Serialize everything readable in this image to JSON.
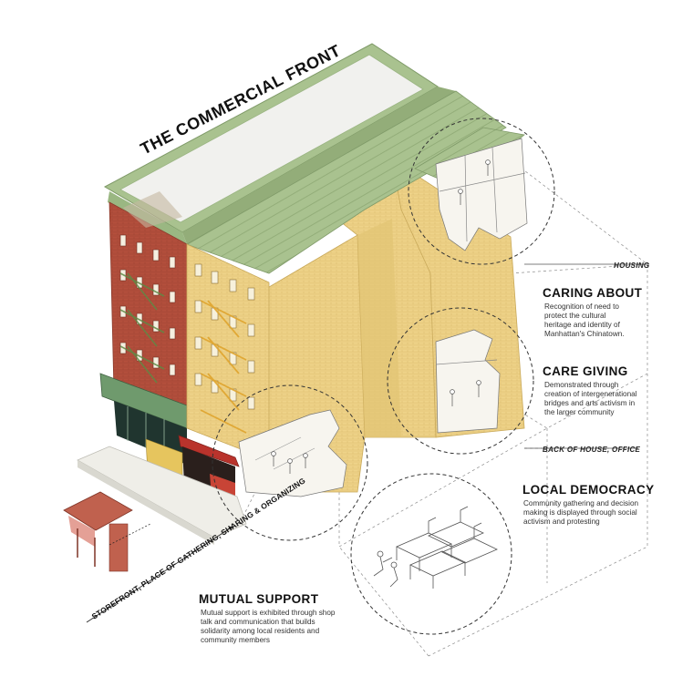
{
  "title": "THE COMMERCIAL FRONT",
  "storefront_caption": "STOREFRONT, PLACE OF GATHERING, SHARING & ORGANIZING",
  "level_tags": {
    "housing": "HOUSING",
    "back_of_house": "BACK OF HOUSE, OFFICE"
  },
  "annotations": {
    "caring_about": {
      "title": "CARING ABOUT",
      "lines": [
        "Recognition of need to",
        "protect the cultural",
        "heritage and identity of",
        "Manhattan's Chinatown."
      ]
    },
    "care_giving": {
      "title": "CARE GIVING",
      "lines": [
        "Demonstrated through",
        "creation of intergenerational",
        "bridges and arts activism in",
        "the larger community"
      ]
    },
    "local_democracy": {
      "title": "LOCAL DEMOCRACY",
      "lines": [
        "Community gathering and decision",
        "making is displayed through social",
        "activism and protesting"
      ]
    },
    "mutual_support": {
      "title": "MUTUAL SUPPORT",
      "lines": [
        "Mutual support is exhibited through shop",
        "talk and communication that builds",
        "solidarity among local residents and",
        "community members"
      ]
    }
  },
  "colors": {
    "roof_green": "#a9c28f",
    "brick_red": "#b5503d",
    "facade_yellow": "#e7cd7e",
    "wall_yellow": "#efd48a",
    "awning_red": "#b9332c"
  }
}
